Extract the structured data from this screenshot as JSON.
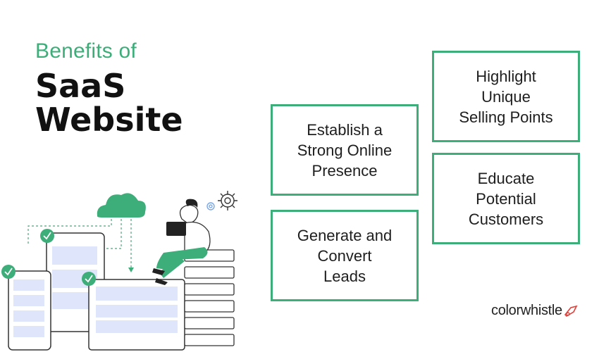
{
  "heading": {
    "line1": "Benefits of",
    "line2": "SaaS",
    "line3": "Website"
  },
  "cards": [
    {
      "text": "Establish a\nStrong Online\nPresence"
    },
    {
      "text": "Generate and\nConvert\nLeads"
    },
    {
      "text": "Highlight\nUnique\nSelling Points"
    },
    {
      "text": "Educate\nPotential\nCustomers"
    }
  ],
  "brand": {
    "name": "colorwhistle"
  },
  "colors": {
    "accent": "#3dae7a",
    "card_border": "#3dae7a",
    "screen_blocks": "#dfe6fb",
    "text_dark": "#111111",
    "logo_mark": "#e0413a"
  },
  "icons": [
    "cloud-icon",
    "gear-icon",
    "checkmark-icon",
    "laptop-icon",
    "tablet-icon",
    "phone-icon",
    "server-stack-icon",
    "person-illustration"
  ]
}
